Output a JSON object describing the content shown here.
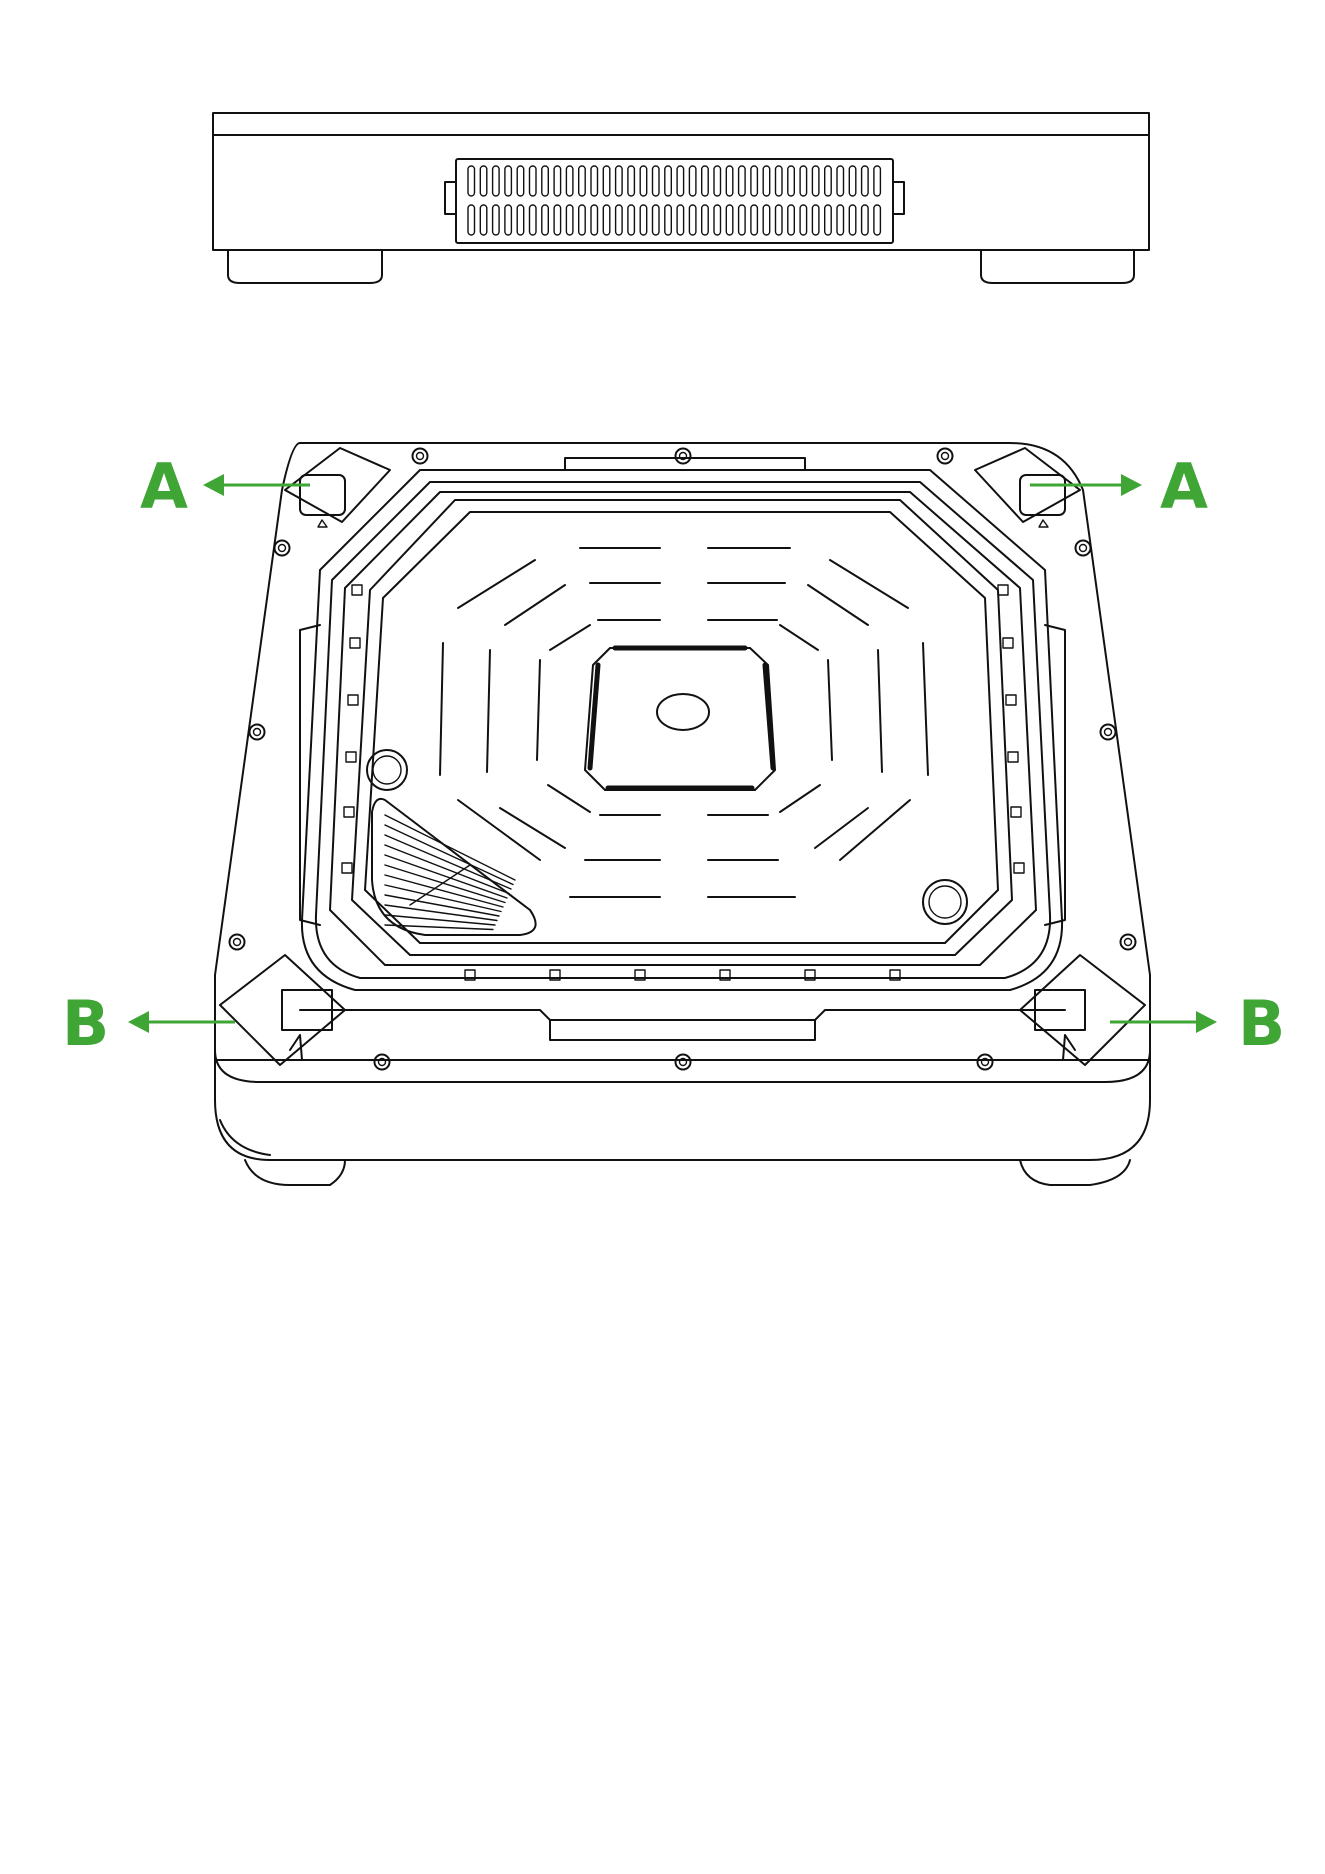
{
  "colors": {
    "line": "#111111",
    "callout": "#3fa535",
    "background": "#ffffff"
  },
  "callouts": [
    {
      "id": "top-left",
      "letter": "A"
    },
    {
      "id": "top-right",
      "letter": "A"
    },
    {
      "id": "bottom-left",
      "letter": "B"
    },
    {
      "id": "bottom-right",
      "letter": "B"
    }
  ]
}
